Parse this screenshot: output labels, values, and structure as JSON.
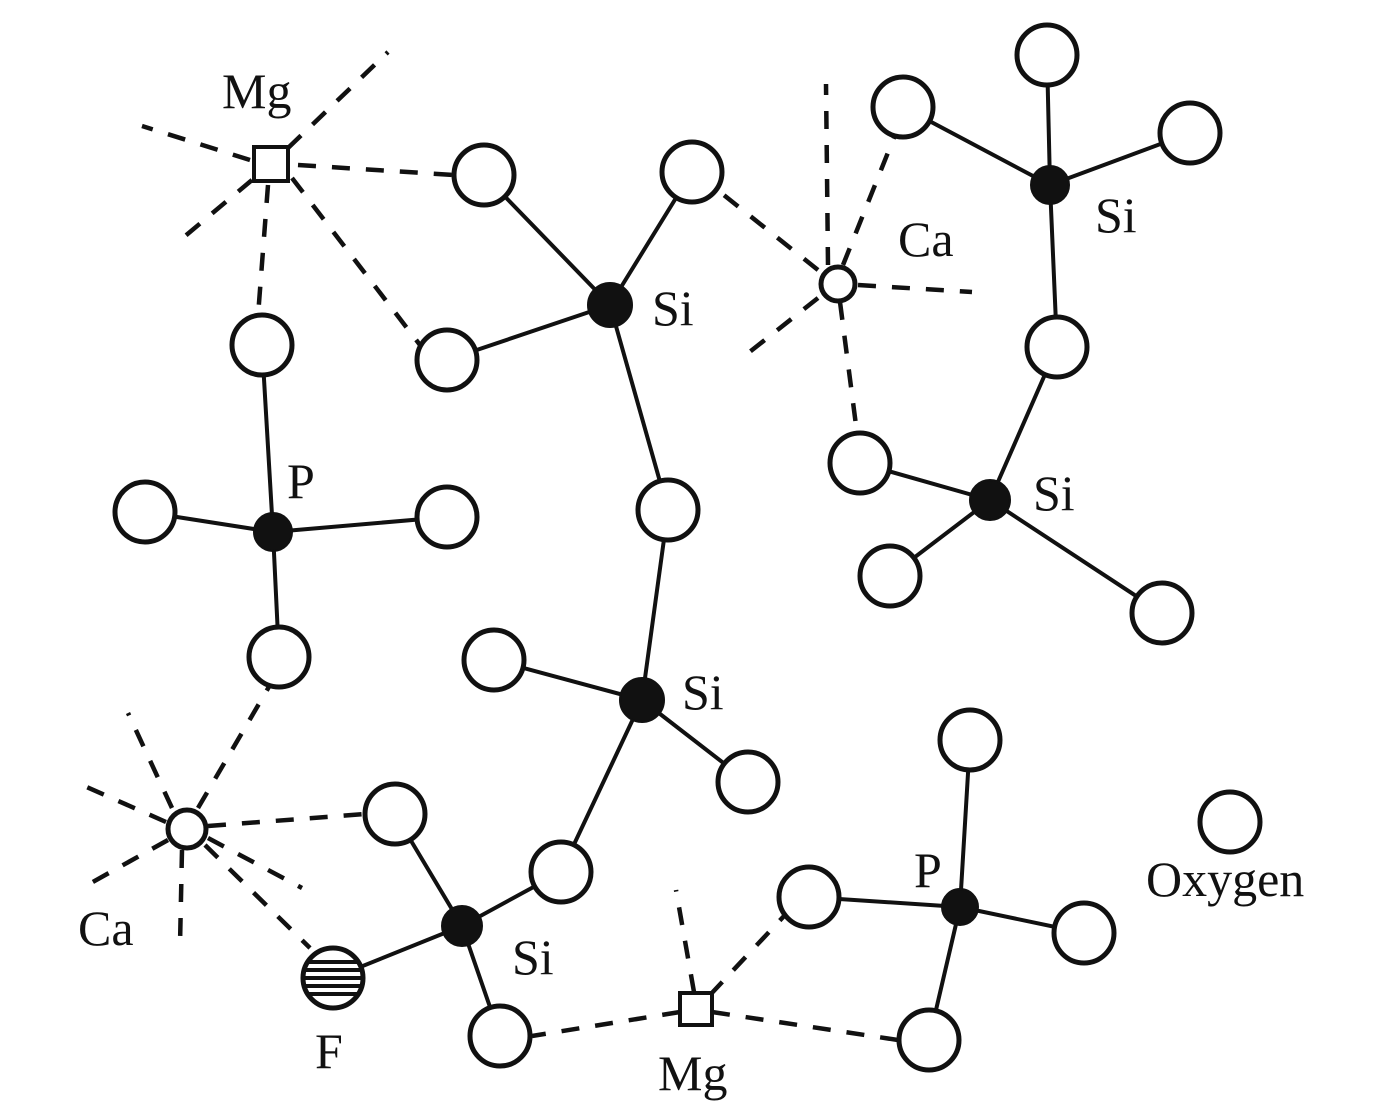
{
  "labels": {
    "mg_top": "Mg",
    "mg_bottom": "Mg",
    "ca_top": "Ca",
    "ca_bottom": "Ca",
    "si_center_top": "Si",
    "si_center_mid": "Si",
    "si_bottom": "Si",
    "si_right_top": "Si",
    "si_right_mid": "Si",
    "p_left": "P",
    "p_right": "P",
    "f": "F",
    "legend_oxygen": "Oxygen"
  },
  "colors": {
    "ink": "#111111",
    "background": "#ffffff"
  }
}
